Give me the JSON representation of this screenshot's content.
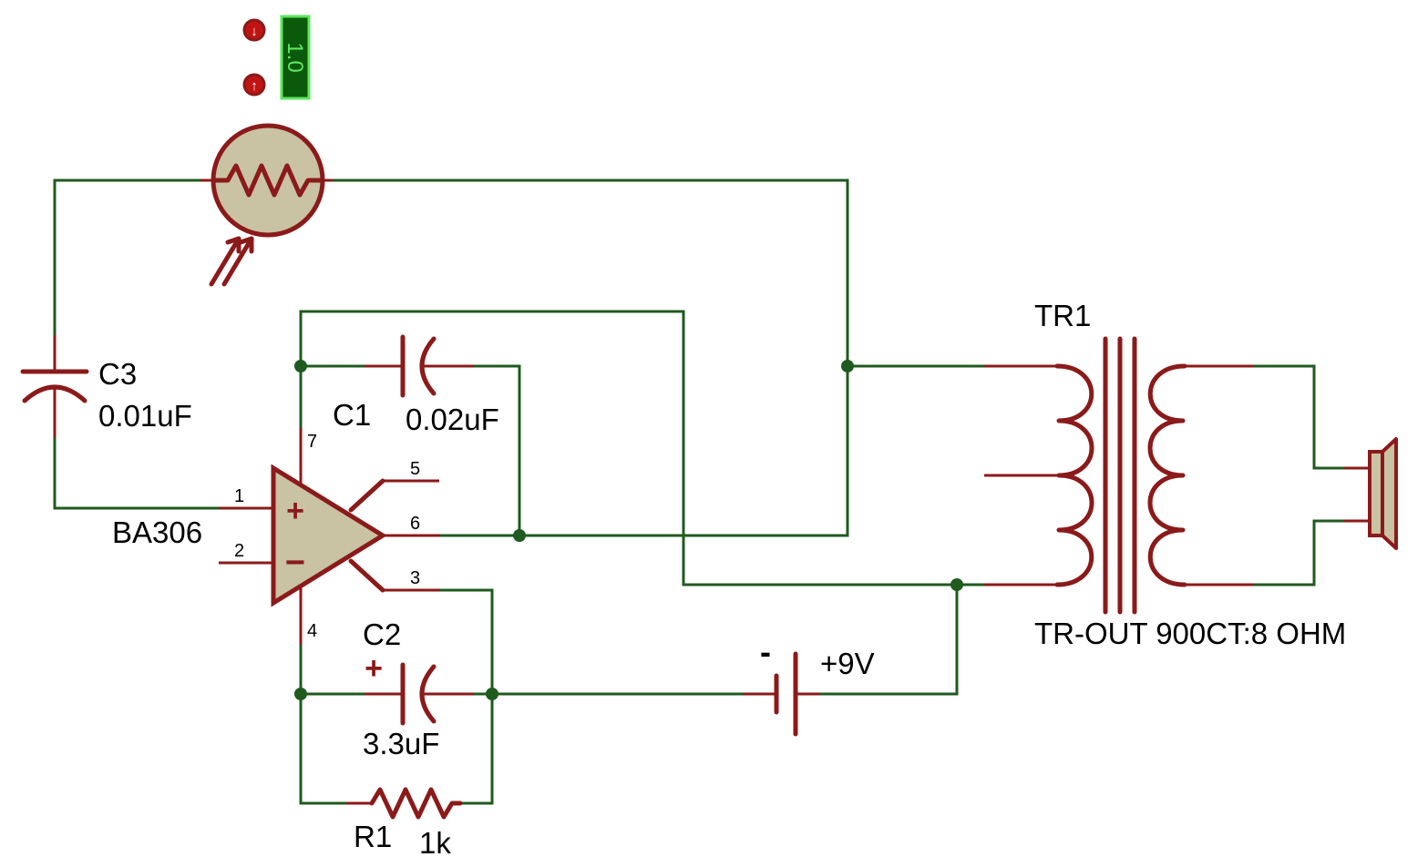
{
  "components": {
    "ldr": {
      "display_value": "1.0",
      "terminal_symbols": [
        "↓",
        "↑"
      ]
    },
    "c3": {
      "ref": "C3",
      "value": "0.01uF"
    },
    "c1": {
      "ref": "C1",
      "value": "0.02uF"
    },
    "c2": {
      "ref": "C2",
      "value": "3.3uF",
      "polarity": "+"
    },
    "ic": {
      "ref": "BA306",
      "pins": [
        "1",
        "2",
        "3",
        "4",
        "5",
        "6",
        "7"
      ],
      "plus": "+",
      "minus": "−"
    },
    "r1": {
      "ref": "R1",
      "value": "1k"
    },
    "battery": {
      "value": "+9V",
      "polarity": "-"
    },
    "transformer": {
      "ref": "TR1",
      "value": "TR-OUT 900CT:8 OHM"
    }
  },
  "colors": {
    "wire": "#1f5a1f",
    "component": "#8b1a1a",
    "body": "#c9c2a3",
    "display_bg": "#0b5a0b",
    "display_text": "#5de65d"
  }
}
